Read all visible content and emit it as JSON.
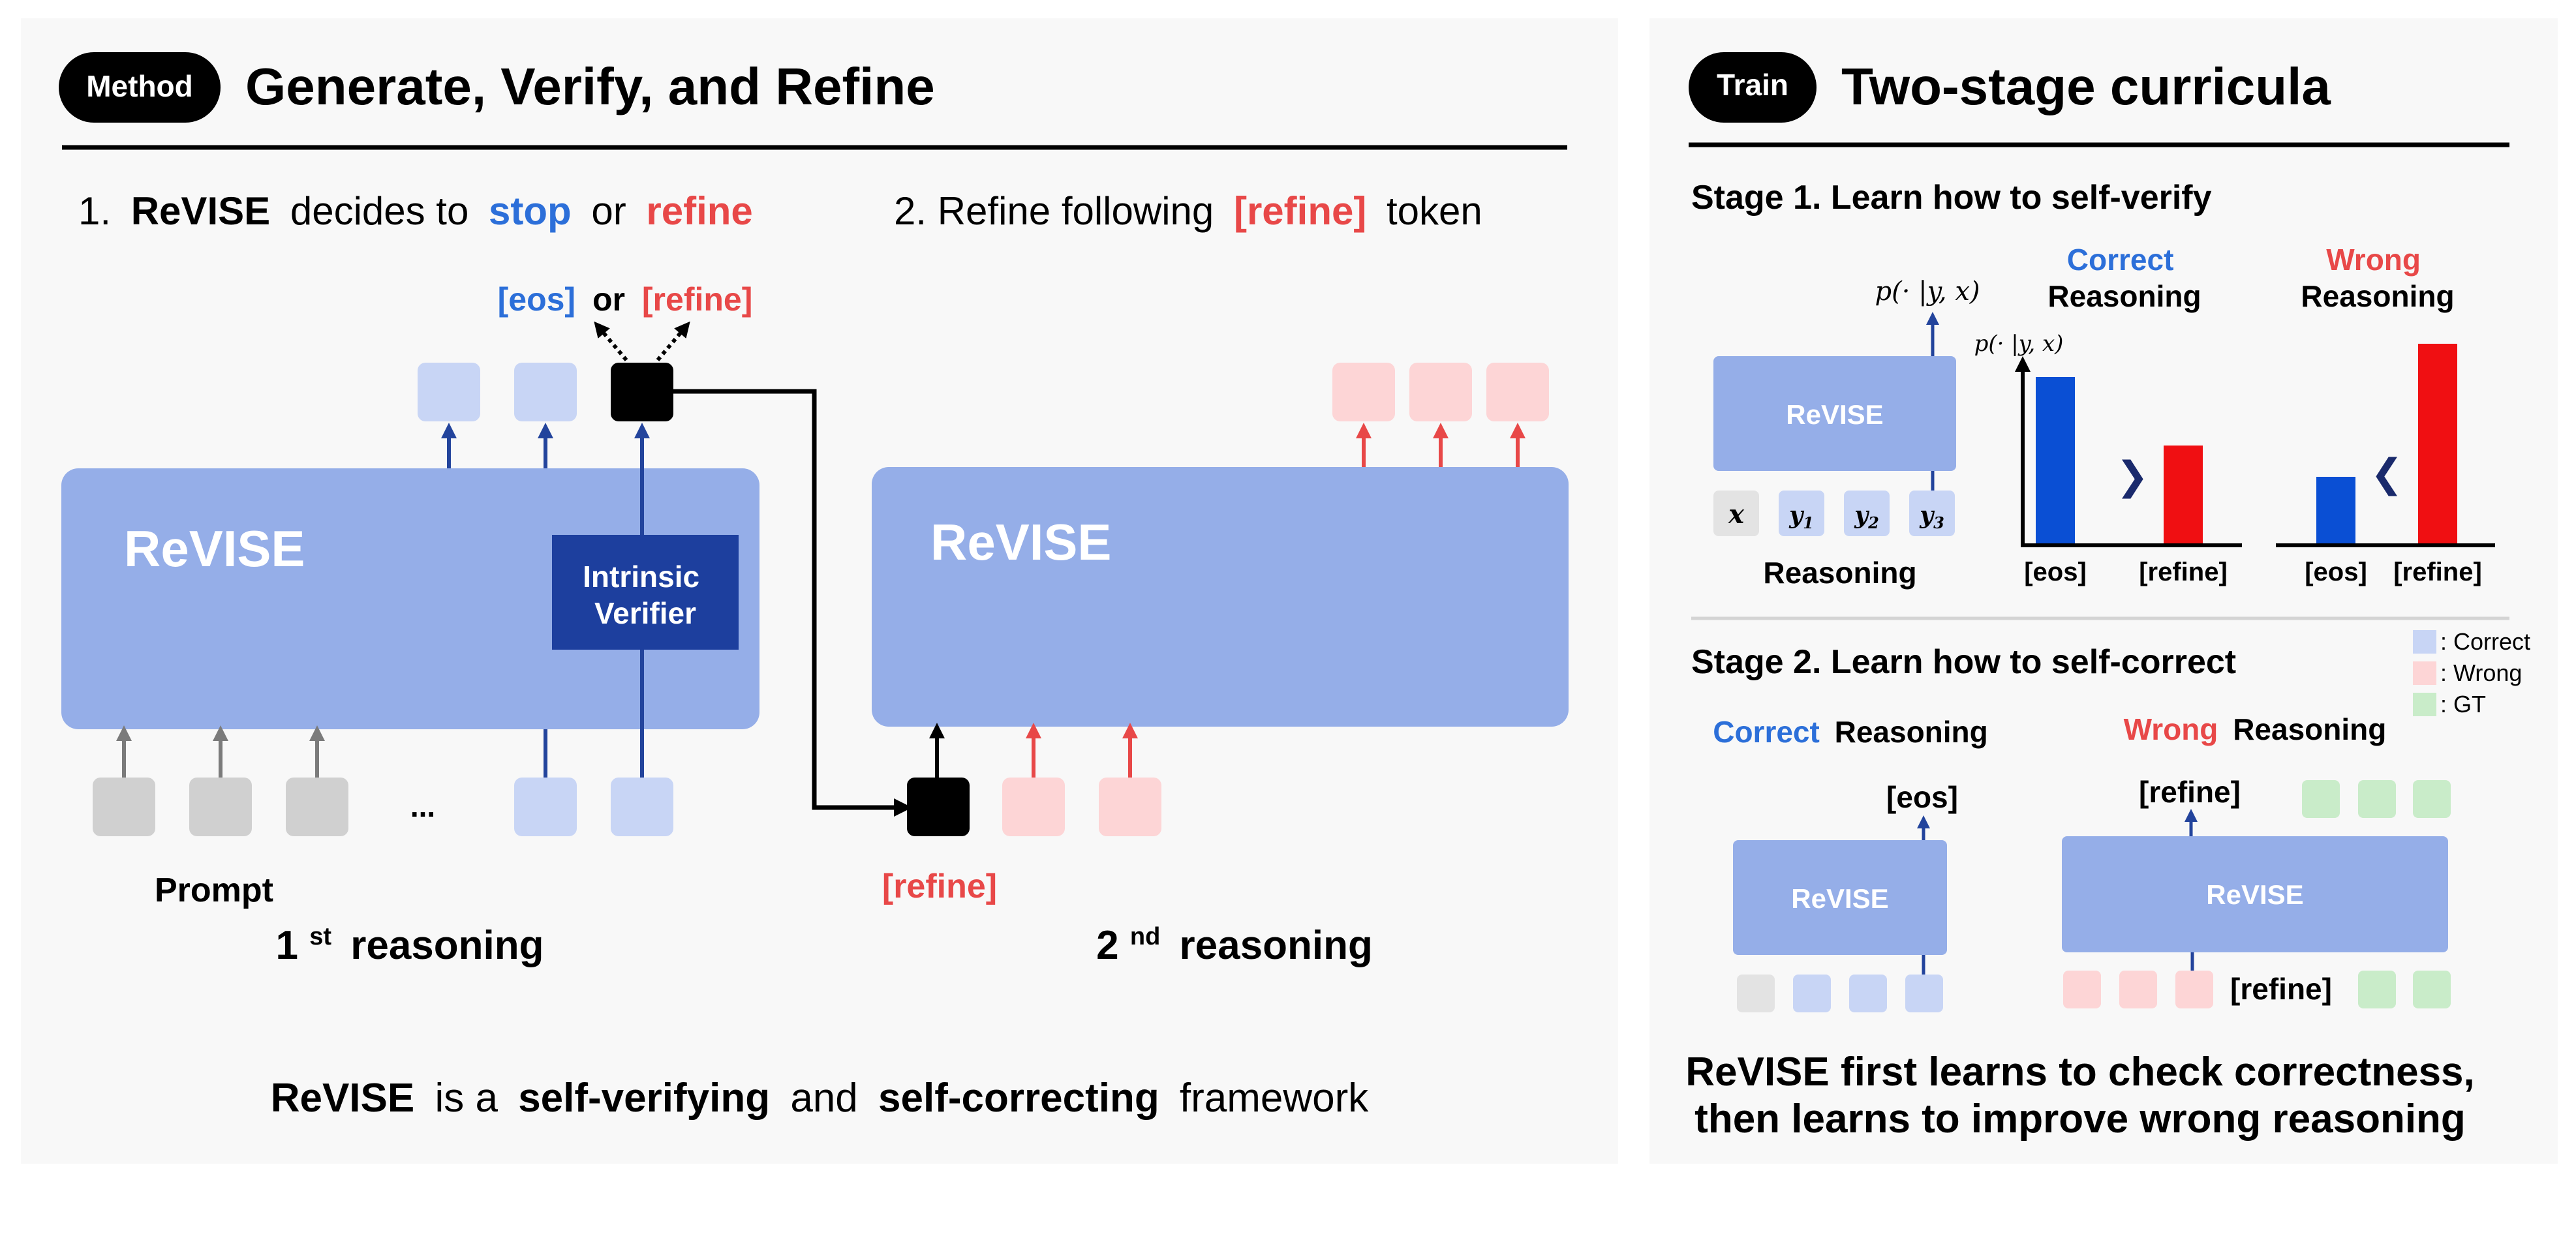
{
  "colors": {
    "panel_bg": "#f8f8f8",
    "model_blue": "#95aee8",
    "verifier_navy": "#1d3f9e",
    "token_light_blue": "#c8d5f5",
    "token_pink": "#fdd5d6",
    "token_gray": "#d0d0d0",
    "token_green": "#c9ecc9",
    "accent_blue": "#2c6fd9",
    "accent_red": "#e84848",
    "bar_blue": "#0a4fd4",
    "bar_red": "#f00f12",
    "arrow_blue": "#23449c",
    "arrow_red": "#e84848",
    "arrow_gray": "#7b7b7b",
    "black": "#000000"
  },
  "method": {
    "badge": "Method",
    "title": "Generate, Verify, and Refine",
    "step1": {
      "number": "1.",
      "model": "ReVISE",
      "text1": "decides to",
      "stop": "stop",
      "or": "or",
      "refine": "refine"
    },
    "step2": {
      "text1": "2. Refine following",
      "refine_token": "[refine]",
      "text2": "token"
    },
    "choice": {
      "eos": "[eos]",
      "or": "or",
      "refine": "[refine]"
    },
    "model_label_1": "ReVISE",
    "verifier_line1": "Intrinsic",
    "verifier_line2": "Verifier",
    "model_label_2": "ReVISE",
    "ellipsis": "...",
    "prompt_label": "Prompt",
    "refine_label": "[refine]",
    "reasoning1": {
      "num": "1",
      "sup": "st",
      "word": "reasoning"
    },
    "reasoning2": {
      "num": "2",
      "sup": "nd",
      "word": "reasoning"
    },
    "caption": {
      "model": "ReVISE",
      "is_a": "is a",
      "self_verifying": "self-verifying",
      "and": "and",
      "self_correcting": "self-correcting",
      "framework": "framework"
    }
  },
  "train": {
    "badge": "Train",
    "title": "Two-stage curricula",
    "stage1": {
      "heading": "Stage 1. Learn how to self-verify",
      "prob_label": "p(· |y, x)",
      "model_label": "ReVISE",
      "tokens": [
        "x",
        "y1",
        "y2",
        "y3"
      ],
      "reasoning_label": "Reasoning",
      "correct_title_colored": "Correct",
      "correct_title_rest": "Reasoning",
      "wrong_title_colored": "Wrong",
      "wrong_title_rest": "Reasoning",
      "chart_ylabel": "p(· |y, x)",
      "comparison_correct": "❯",
      "comparison_wrong": "❮"
    },
    "stage2": {
      "heading": "Stage 2. Learn how to self-correct",
      "correct_colored": "Correct",
      "correct_rest": "Reasoning",
      "wrong_colored": "Wrong",
      "wrong_rest": "Reasoning",
      "eos_label": "[eos]",
      "refine_top_label": "[refine]",
      "refine_mid_label": "[refine]",
      "model_label_small": "ReVISE",
      "model_label_wide": "ReVISE"
    },
    "legend": [
      {
        "label": ": Correct",
        "color": "#c8d5f5"
      },
      {
        "label": ": Wrong",
        "color": "#fdd5d6"
      },
      {
        "label": ": GT",
        "color": "#c9ecc9"
      }
    ],
    "caption_line1": "ReVISE first learns to check correctness,",
    "caption_line2": "then learns to improve wrong reasoning"
  },
  "chart_data": [
    {
      "type": "bar",
      "title": "Correct Reasoning",
      "categories": [
        "[eos]",
        "[refine]"
      ],
      "values": [
        0.85,
        0.5
      ],
      "ylabel": "p(· |y, x)",
      "ylim": [
        0,
        1
      ]
    },
    {
      "type": "bar",
      "title": "Wrong Reasoning",
      "categories": [
        "[eos]",
        "[refine]"
      ],
      "values": [
        0.34,
        1.02
      ],
      "ylim": [
        0,
        1
      ]
    }
  ]
}
